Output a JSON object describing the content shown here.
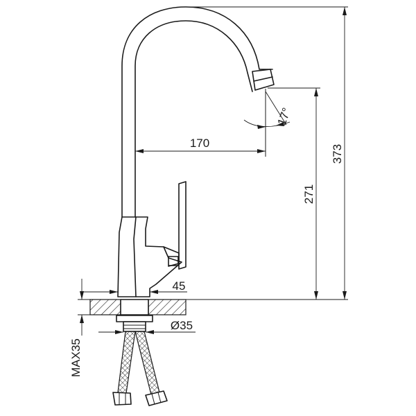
{
  "dimensions": {
    "total_height": "373",
    "spout_height": "271",
    "spout_reach": "170",
    "swivel_angle": "17°",
    "base_width": "45",
    "mount_diameter": "Ø35",
    "max_thickness": "MAX35"
  }
}
